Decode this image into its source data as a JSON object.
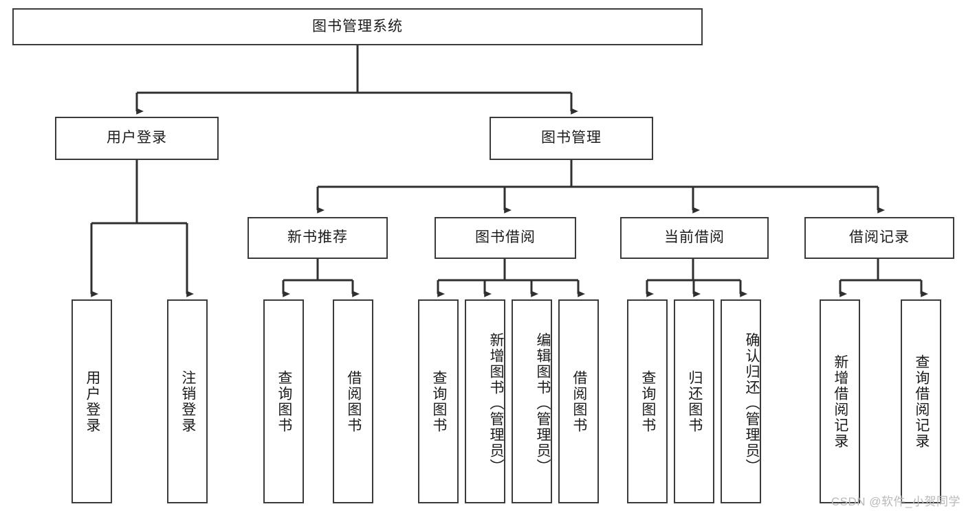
{
  "diagram": {
    "type": "tree-hierarchy-chart",
    "title": "图书管理系统",
    "colors": {
      "box_border": "#3a3a3a",
      "connector": "#2f2f2f",
      "background": "#ffffff",
      "text": "#1b1b1b",
      "watermark": "#b9b9b9"
    },
    "levels": {
      "root": {
        "label": "图书管理系统",
        "orientation": "horizontal"
      },
      "level2": [
        {
          "id": "user-login",
          "label": "用户登录",
          "orientation": "horizontal"
        },
        {
          "id": "book-management",
          "label": "图书管理",
          "orientation": "horizontal"
        }
      ],
      "level3": [
        {
          "id": "new-book-recommend",
          "label": "新书推荐",
          "orientation": "horizontal",
          "parent": "book-management"
        },
        {
          "id": "book-borrow",
          "label": "图书借阅",
          "orientation": "horizontal",
          "parent": "book-management"
        },
        {
          "id": "current-borrow",
          "label": "当前借阅",
          "orientation": "horizontal",
          "parent": "book-management"
        },
        {
          "id": "borrow-records",
          "label": "借阅记录",
          "orientation": "horizontal",
          "parent": "book-management"
        }
      ],
      "leaves": [
        {
          "id": "leaf-user-login",
          "label": "用户登录",
          "orientation": "vertical",
          "parent": "user-login"
        },
        {
          "id": "leaf-user-logout",
          "label": "注销登录",
          "orientation": "vertical",
          "parent": "user-login"
        },
        {
          "id": "leaf-query-book-1",
          "label": "查询图书",
          "orientation": "vertical",
          "parent": "new-book-recommend"
        },
        {
          "id": "leaf-borrow-book-1",
          "label": "借阅图书",
          "orientation": "vertical",
          "parent": "new-book-recommend"
        },
        {
          "id": "leaf-query-book-2",
          "label": "查询图书",
          "orientation": "vertical",
          "parent": "book-borrow"
        },
        {
          "id": "leaf-add-book",
          "label": "新增图书（管理员）",
          "orientation": "vertical",
          "parent": "book-borrow"
        },
        {
          "id": "leaf-edit-book",
          "label": "编辑图书（管理员）",
          "orientation": "vertical",
          "parent": "book-borrow"
        },
        {
          "id": "leaf-borrow-book-2",
          "label": "借阅图书",
          "orientation": "vertical",
          "parent": "book-borrow"
        },
        {
          "id": "leaf-query-book-3",
          "label": "查询图书",
          "orientation": "vertical",
          "parent": "current-borrow"
        },
        {
          "id": "leaf-return-book",
          "label": "归还图书",
          "orientation": "vertical",
          "parent": "current-borrow"
        },
        {
          "id": "leaf-confirm-return",
          "label": "确认归还（管理员）",
          "orientation": "vertical",
          "parent": "current-borrow"
        },
        {
          "id": "leaf-add-record",
          "label": "新增借阅记录",
          "orientation": "vertical",
          "parent": "borrow-records"
        },
        {
          "id": "leaf-query-record",
          "label": "查询借阅记录",
          "orientation": "vertical",
          "parent": "borrow-records"
        }
      ]
    }
  },
  "watermark": {
    "text": "CSDN @软件_小贺同学"
  }
}
